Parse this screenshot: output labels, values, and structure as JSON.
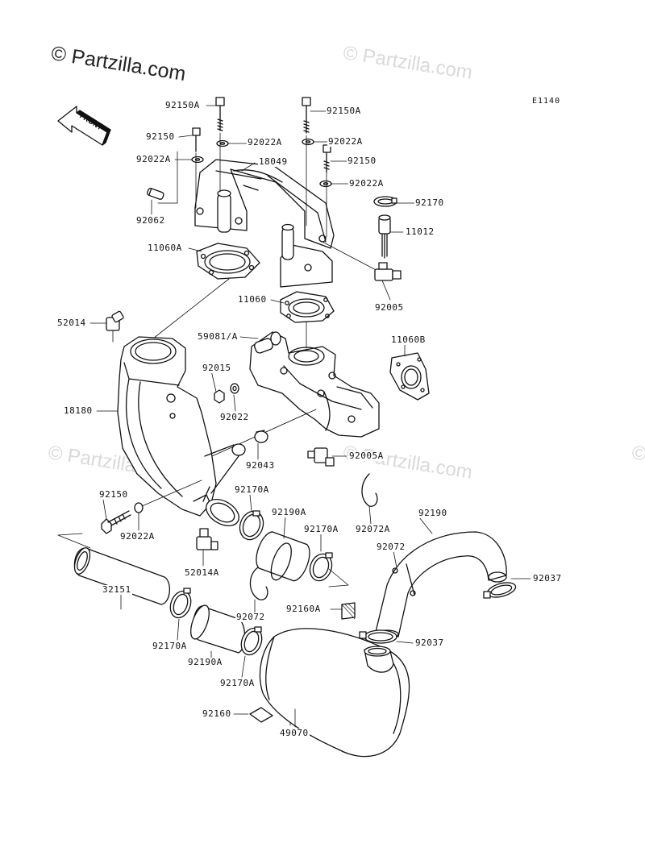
{
  "logo": {
    "text": "© Partzilla.com"
  },
  "watermark": {
    "text": "© Partzilla.com"
  },
  "diagram_code": "E1140",
  "front_arrow_label": "FRONT",
  "parts": [
    {
      "id": "p01",
      "label": "92150A"
    },
    {
      "id": "p02",
      "label": "92150A"
    },
    {
      "id": "p03",
      "label": "92150"
    },
    {
      "id": "p04",
      "label": "92022A"
    },
    {
      "id": "p05",
      "label": "92022A"
    },
    {
      "id": "p06",
      "label": "92022A"
    },
    {
      "id": "p07",
      "label": "18049"
    },
    {
      "id": "p08",
      "label": "92150"
    },
    {
      "id": "p09",
      "label": "92022A"
    },
    {
      "id": "p10",
      "label": "92170"
    },
    {
      "id": "p11",
      "label": "92062"
    },
    {
      "id": "p12",
      "label": "11012"
    },
    {
      "id": "p13",
      "label": "11060A"
    },
    {
      "id": "p14",
      "label": "92005"
    },
    {
      "id": "p15",
      "label": "11060"
    },
    {
      "id": "p16",
      "label": "52014"
    },
    {
      "id": "p17",
      "label": "59081/A"
    },
    {
      "id": "p18",
      "label": "11060B"
    },
    {
      "id": "p19",
      "label": "92015"
    },
    {
      "id": "p20",
      "label": "92022"
    },
    {
      "id": "p21",
      "label": "18180"
    },
    {
      "id": "p22",
      "label": "92005A"
    },
    {
      "id": "p23",
      "label": "92043"
    },
    {
      "id": "p24",
      "label": "92150"
    },
    {
      "id": "p25",
      "label": "92170A"
    },
    {
      "id": "p26",
      "label": "92190"
    },
    {
      "id": "p27",
      "label": "92022A"
    },
    {
      "id": "p28",
      "label": "92190A"
    },
    {
      "id": "p29",
      "label": "92072A"
    },
    {
      "id": "p30",
      "label": "92170A"
    },
    {
      "id": "p31",
      "label": "92072"
    },
    {
      "id": "p32",
      "label": "52014A"
    },
    {
      "id": "p33",
      "label": "92037"
    },
    {
      "id": "p34",
      "label": "32151"
    },
    {
      "id": "p35",
      "label": "92160A"
    },
    {
      "id": "p36",
      "label": "92072"
    },
    {
      "id": "p37",
      "label": "92037"
    },
    {
      "id": "p38",
      "label": "92170A"
    },
    {
      "id": "p39",
      "label": "92190A"
    },
    {
      "id": "p40",
      "label": "92170A"
    },
    {
      "id": "p41",
      "label": "92160"
    },
    {
      "id": "p42",
      "label": "49070"
    }
  ]
}
